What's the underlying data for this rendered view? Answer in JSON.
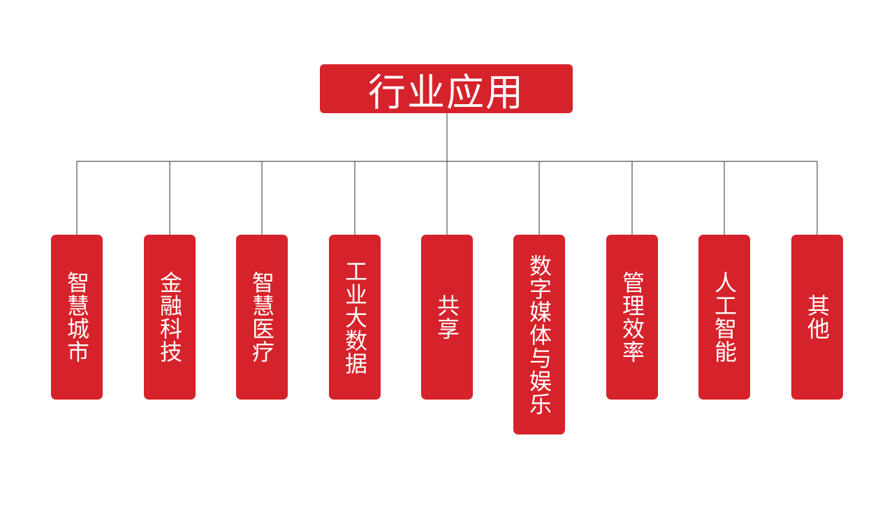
{
  "diagram": {
    "root": {
      "label": "行业应用"
    },
    "children": [
      {
        "label": "智慧城市"
      },
      {
        "label": "金融科技"
      },
      {
        "label": "智慧医疗"
      },
      {
        "label": "工业大数据"
      },
      {
        "label": "共享"
      },
      {
        "label": "数字媒体与娱乐"
      },
      {
        "label": "管理效率"
      },
      {
        "label": "人工智能"
      },
      {
        "label": "其他"
      }
    ],
    "colors": {
      "box": "#d6222a",
      "line": "#555555"
    }
  }
}
